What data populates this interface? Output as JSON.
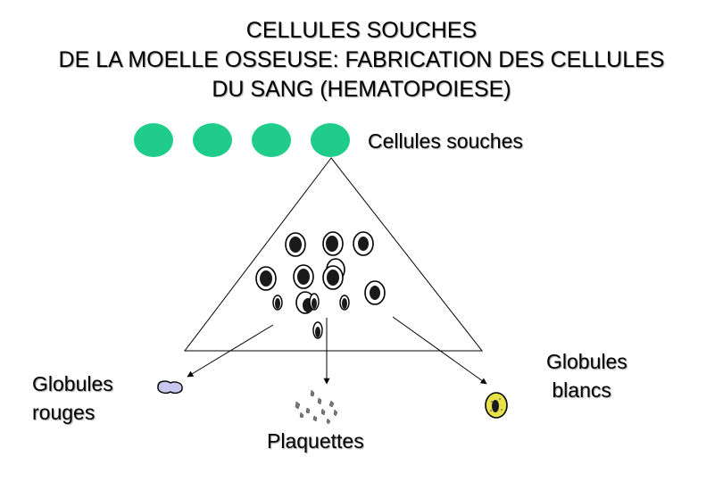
{
  "title": {
    "line1": "CELLULES SOUCHES",
    "line2": "DE LA MOELLE OSSEUSE: FABRICATION DES CELLULES",
    "line3": "DU SANG (HEMATOPOIESE)"
  },
  "labels": {
    "stem_cells": "Cellules souches",
    "red_cells_line1": "Globules",
    "red_cells_line2": "rouges",
    "white_cells_line1": "Globules",
    "white_cells_line2": " blancs",
    "platelets": "Plaquettes"
  },
  "colors": {
    "stem_cell_fill": "#1fcc8a",
    "red_cell_fill": "#c8c8ee",
    "white_cell_fill": "#e8e24a",
    "platelet_fill": "#7a7a7a",
    "nucleus": "#1a1a1a"
  }
}
